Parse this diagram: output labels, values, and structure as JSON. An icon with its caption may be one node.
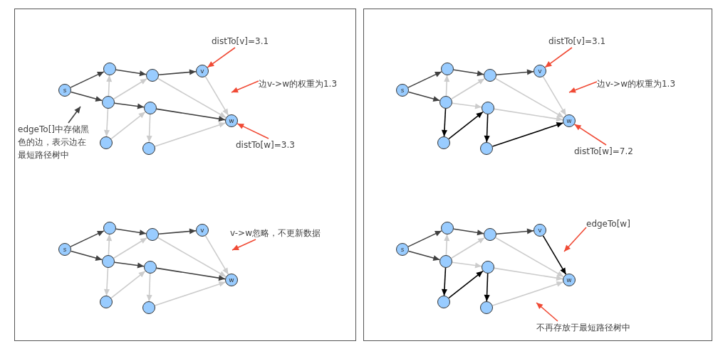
{
  "diagram": {
    "nodes": [
      {
        "text": [],
        "shape": "box"
      },
      {
        "text": [
          "s"
        ],
        "in": 0
      },
      {
        "text": [],
        "shape": "circle",
        "in": 0
      },
      {
        "text": [],
        "shape": "circle",
        "in": 0
      },
      {
        "text": [],
        "shape": "circle",
        "in": 0
      },
      {
        "text": [],
        "shape": "circle",
        "in": 0
      },
      {
        "text": [],
        "shape": "circle",
        "in": 0
      },
      {
        "text": [],
        "shape": "circle",
        "in": 0
      },
      {
        "text": [
          "v"
        ],
        "in": 0
      },
      {
        "text": [
          "w"
        ],
        "in": 0
      },
      {
        "text": [
          "distTo[v]=3.1"
        ],
        "in": 0
      },
      {
        "text": [
          "边v->w的权重为1.3"
        ],
        "in": 0
      },
      {
        "text": [
          "edgeTo[]中存储黑色的边，表示边在最短路径树中"
        ],
        "in": 0
      },
      {
        "text": [
          "distTo[w]=3.3"
        ],
        "in": 0
      },
      {
        "text": [
          "s"
        ],
        "in": 0
      },
      {
        "text": [],
        "shape": "circle",
        "in": 0
      },
      {
        "text": [],
        "shape": "circle",
        "in": 0
      },
      {
        "text": [],
        "shape": "circle",
        "in": 0
      },
      {
        "text": [],
        "shape": "circle",
        "in": 0
      },
      {
        "text": [],
        "shape": "circle",
        "in": 0
      },
      {
        "text": [],
        "shape": "circle",
        "in": 0
      },
      {
        "text": [
          "v"
        ],
        "in": 0
      },
      {
        "text": [
          "w"
        ],
        "in": 0
      },
      {
        "text": [
          "v->w忽略，不更新数据"
        ],
        "in": 0
      },
      {
        "text": [],
        "shape": "box"
      },
      {
        "text": [
          "s"
        ],
        "in": 24
      },
      {
        "text": [],
        "shape": "circle",
        "in": 24
      },
      {
        "text": [],
        "shape": "circle",
        "in": 24
      },
      {
        "text": [],
        "shape": "circle",
        "in": 24
      },
      {
        "text": [],
        "shape": "circle",
        "in": 24
      },
      {
        "text": [],
        "shape": "circle",
        "in": 24
      },
      {
        "text": [],
        "shape": "circle",
        "in": 24
      },
      {
        "text": [
          "v"
        ],
        "in": 24
      },
      {
        "text": [
          "w"
        ],
        "in": 24
      },
      {
        "text": [
          "distTo[v]=3.1"
        ],
        "in": 24
      },
      {
        "text": [
          "边v->w的权重为1.3"
        ],
        "in": 24
      },
      {
        "text": [
          "distTo[w]=7.2"
        ],
        "in": 24
      },
      {
        "text": [
          "s"
        ],
        "in": 24
      },
      {
        "text": [],
        "shape": "circle",
        "in": 24
      },
      {
        "text": [],
        "shape": "circle",
        "in": 24
      },
      {
        "text": [],
        "shape": "circle",
        "in": 24
      },
      {
        "text": [],
        "shape": "circle",
        "in": 24
      },
      {
        "text": [],
        "shape": "circle",
        "in": 24
      },
      {
        "text": [],
        "shape": "circle",
        "in": 24
      },
      {
        "text": [
          "v"
        ],
        "in": 24
      },
      {
        "text": [
          "w"
        ],
        "in": 24
      },
      {
        "text": [
          "edgeTo[w]"
        ],
        "in": 24
      },
      {
        "text": [
          "不再存放于最短路径树中"
        ],
        "in": 24
      }
    ],
    "edges": [
      {
        "from": 1,
        "to": 2,
        "arrow": "to",
        "color": "#404040"
      },
      {
        "from": 1,
        "to": 3,
        "arrow": "to",
        "color": "#404040"
      },
      {
        "from": 3,
        "to": 2,
        "arrow": "to",
        "color": "#cccccc"
      },
      {
        "from": 2,
        "to": 4,
        "arrow": "to",
        "color": "#404040"
      },
      {
        "from": 3,
        "to": 4,
        "arrow": "to",
        "color": "#cccccc"
      },
      {
        "from": 3,
        "to": 5,
        "arrow": "to",
        "color": "#404040"
      },
      {
        "from": 3,
        "to": 6,
        "arrow": "to",
        "color": "#cccccc"
      },
      {
        "from": 6,
        "to": 5,
        "arrow": "to",
        "color": "#cccccc"
      },
      {
        "from": 5,
        "to": 7,
        "arrow": "to",
        "color": "#cccccc"
      },
      {
        "from": 4,
        "to": 8,
        "arrow": "to",
        "color": "#404040"
      },
      {
        "from": 4,
        "to": 9,
        "arrow": "to",
        "color": "#cccccc"
      },
      {
        "from": 8,
        "to": 9,
        "arrow": "to",
        "color": "#cccccc"
      },
      {
        "from": 5,
        "to": 9,
        "arrow": "to",
        "color": "#404040"
      },
      {
        "from": 7,
        "to": 9,
        "arrow": "to",
        "color": "#cccccc"
      },
      {
        "from": 10,
        "to": 8,
        "arrow": "to",
        "color": "#f04a35"
      },
      {
        "from": 11,
        "to": null,
        "arrow": "to",
        "color": "#f04a35"
      },
      {
        "from": 12,
        "to": null,
        "arrow": "to",
        "color": "#404040"
      },
      {
        "from": 13,
        "to": 9,
        "arrow": "to",
        "color": "#f04a35"
      },
      {
        "from": 14,
        "to": 15,
        "arrow": "to",
        "color": "#404040"
      },
      {
        "from": 14,
        "to": 16,
        "arrow": "to",
        "color": "#404040"
      },
      {
        "from": 16,
        "to": 15,
        "arrow": "to",
        "color": "#cccccc"
      },
      {
        "from": 15,
        "to": 17,
        "arrow": "to",
        "color": "#404040"
      },
      {
        "from": 16,
        "to": 17,
        "arrow": "to",
        "color": "#cccccc"
      },
      {
        "from": 16,
        "to": 18,
        "arrow": "to",
        "color": "#404040"
      },
      {
        "from": 16,
        "to": 19,
        "arrow": "to",
        "color": "#cccccc"
      },
      {
        "from": 19,
        "to": 18,
        "arrow": "to",
        "color": "#cccccc"
      },
      {
        "from": 18,
        "to": 20,
        "arrow": "to",
        "color": "#cccccc"
      },
      {
        "from": 17,
        "to": 21,
        "arrow": "to",
        "color": "#404040"
      },
      {
        "from": 17,
        "to": 22,
        "arrow": "to",
        "color": "#cccccc"
      },
      {
        "from": 21,
        "to": 22,
        "arrow": "to",
        "color": "#cccccc"
      },
      {
        "from": 18,
        "to": 22,
        "arrow": "to",
        "color": "#404040"
      },
      {
        "from": 20,
        "to": 22,
        "arrow": "to",
        "color": "#cccccc"
      },
      {
        "from": 23,
        "to": null,
        "arrow": "to",
        "color": "#f04a35"
      },
      {
        "from": 25,
        "to": 26,
        "arrow": "to",
        "color": "#404040"
      },
      {
        "from": 25,
        "to": 27,
        "arrow": "to",
        "color": "#404040"
      },
      {
        "from": 27,
        "to": 26,
        "arrow": "to",
        "color": "#cccccc"
      },
      {
        "from": 26,
        "to": 28,
        "arrow": "to",
        "color": "#404040"
      },
      {
        "from": 27,
        "to": 28,
        "arrow": "to",
        "color": "#cccccc"
      },
      {
        "from": 27,
        "to": 29,
        "arrow": "to",
        "color": "#cccccc"
      },
      {
        "from": 27,
        "to": 30,
        "arrow": "to",
        "color": "#000000"
      },
      {
        "from": 30,
        "to": 29,
        "arrow": "to",
        "color": "#000000"
      },
      {
        "from": 29,
        "to": 31,
        "arrow": "to",
        "color": "#000000"
      },
      {
        "from": 28,
        "to": 32,
        "arrow": "to",
        "color": "#404040"
      },
      {
        "from": 28,
        "to": 33,
        "arrow": "to",
        "color": "#cccccc"
      },
      {
        "from": 32,
        "to": 33,
        "arrow": "to",
        "color": "#cccccc"
      },
      {
        "from": 29,
        "to": 33,
        "arrow": "to",
        "color": "#cccccc"
      },
      {
        "from": 31,
        "to": 33,
        "arrow": "to",
        "color": "#000000"
      },
      {
        "from": 34,
        "to": 32,
        "arrow": "to",
        "color": "#f04a35"
      },
      {
        "from": 35,
        "to": null,
        "arrow": "to",
        "color": "#f04a35"
      },
      {
        "from": 36,
        "to": 33,
        "arrow": "to",
        "color": "#f04a35"
      },
      {
        "from": 37,
        "to": 38,
        "arrow": "to",
        "color": "#404040"
      },
      {
        "from": 37,
        "to": 39,
        "arrow": "to",
        "color": "#404040"
      },
      {
        "from": 39,
        "to": 38,
        "arrow": "to",
        "color": "#cccccc"
      },
      {
        "from": 38,
        "to": 40,
        "arrow": "to",
        "color": "#404040"
      },
      {
        "from": 39,
        "to": 40,
        "arrow": "to",
        "color": "#cccccc"
      },
      {
        "from": 39,
        "to": 41,
        "arrow": "to",
        "color": "#cccccc"
      },
      {
        "from": 39,
        "to": 42,
        "arrow": "to",
        "color": "#000000"
      },
      {
        "from": 42,
        "to": 41,
        "arrow": "to",
        "color": "#000000"
      },
      {
        "from": 41,
        "to": 43,
        "arrow": "to",
        "color": "#000000"
      },
      {
        "from": 40,
        "to": 44,
        "arrow": "to",
        "color": "#404040"
      },
      {
        "from": 40,
        "to": 45,
        "arrow": "to",
        "color": "#cccccc"
      },
      {
        "from": 44,
        "to": 45,
        "arrow": "to",
        "color": "#000000"
      },
      {
        "from": 41,
        "to": 45,
        "arrow": "to",
        "color": "#cccccc"
      },
      {
        "from": 43,
        "to": 45,
        "arrow": "to",
        "color": "#cccccc"
      },
      {
        "from": 46,
        "to": null,
        "arrow": "to",
        "color": "#f04a35"
      },
      {
        "from": 47,
        "to": null,
        "arrow": "to",
        "color": "#f04a35"
      }
    ]
  }
}
